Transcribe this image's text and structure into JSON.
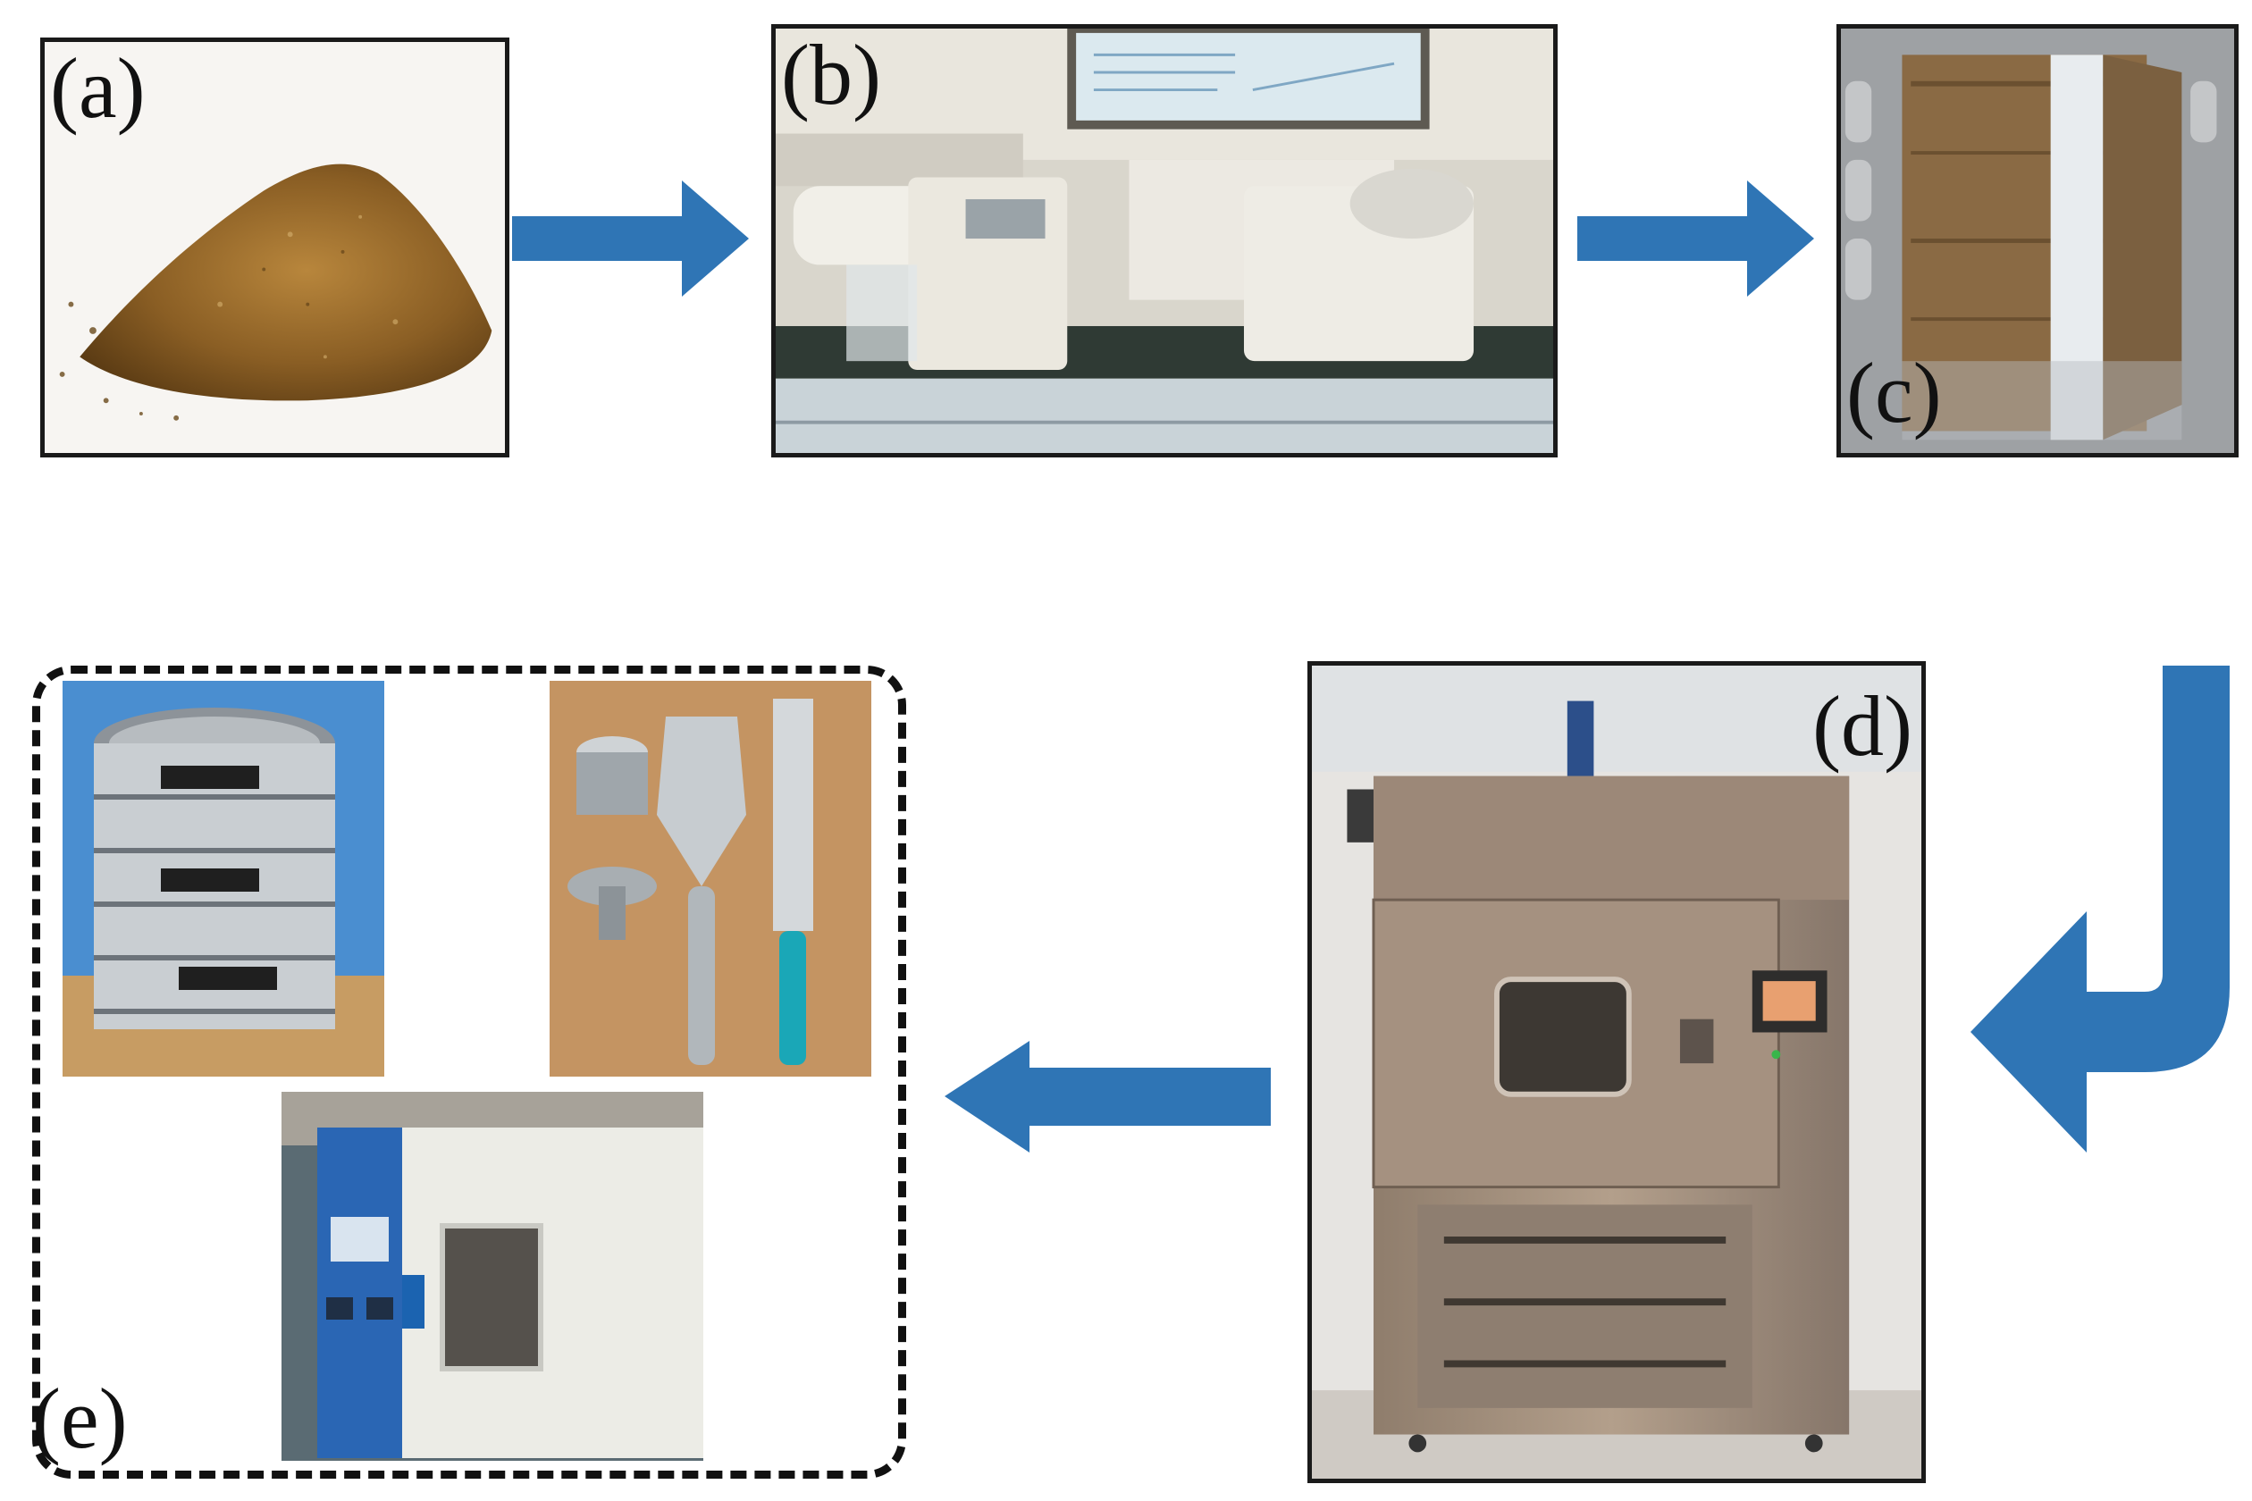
{
  "panels": {
    "a": {
      "label": "(a)",
      "content": "sand-pile-photo"
    },
    "b": {
      "label": "(b)",
      "content": "laser-particle-analyzer-photo"
    },
    "c": {
      "label": "(c)",
      "content": "sand-sample-box-photo"
    },
    "d": {
      "label": "(d)",
      "content": "environmental-test-chamber-photo"
    },
    "e": {
      "label": "(e)",
      "content": [
        "sieve-stack-photo",
        "sampling-tools-photo",
        "drying-oven-photo"
      ]
    }
  },
  "arrows": {
    "color": "#2f75b5",
    "flow": [
      "a-to-b",
      "b-to-c",
      "c-to-d",
      "d-to-e"
    ]
  },
  "colors": {
    "border": "#1a1a1a",
    "arrow": "#2f75b5",
    "sand": "#8a5e24"
  }
}
